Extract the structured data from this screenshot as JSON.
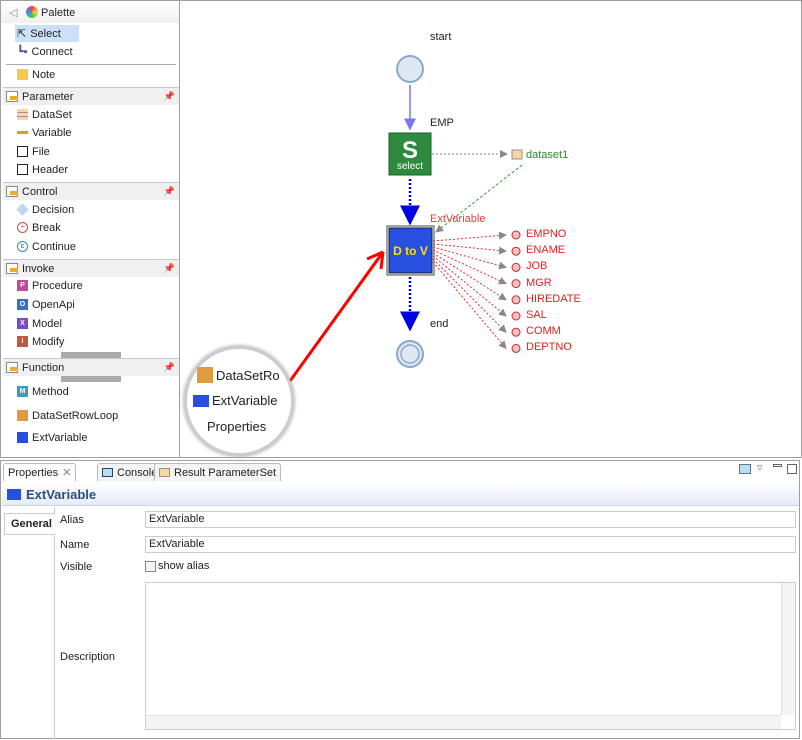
{
  "palette": {
    "title": "Palette",
    "tools": [
      {
        "label": "Select"
      },
      {
        "label": "Connect"
      },
      {
        "label": "Note"
      }
    ],
    "drawers": [
      {
        "label": "Parameter",
        "items": [
          "DataSet",
          "Variable",
          "File",
          "Header"
        ]
      },
      {
        "label": "Control",
        "items": [
          "Decision",
          "Break",
          "Continue"
        ]
      },
      {
        "label": "Invoke",
        "items": [
          "Procedure",
          "OpenApi",
          "Model",
          "Modify"
        ]
      },
      {
        "label": "Function",
        "items": [
          "Method",
          "DataSetRowLoop",
          "ExtVariable"
        ]
      }
    ]
  },
  "magnifier": {
    "items": [
      "DataSetRo",
      "ExtVariable"
    ],
    "tab": "Properties"
  },
  "diagram": {
    "start": "start",
    "select_label": "EMP",
    "select_text": "select",
    "dataset": "dataset1",
    "ext_label": "ExtVariable",
    "dtov_text": "D to V",
    "end": "end",
    "fields": [
      "EMPNO",
      "ENAME",
      "JOB",
      "MGR",
      "HIREDATE",
      "SAL",
      "COMM",
      "DEPTNO"
    ]
  },
  "bottom": {
    "tabs": [
      "Properties",
      "Console",
      "Result ParameterSet"
    ],
    "title": "ExtVariable",
    "side_tab": "General",
    "alias_label": "Alias",
    "alias_value": "ExtVariable",
    "name_label": "Name",
    "name_value": "ExtVariable",
    "visible_label": "Visible",
    "show_alias": "show alias",
    "show_alias_checked": false,
    "description_label": "Description",
    "description_value": ""
  },
  "colors": {
    "accent": "#cce0f8",
    "select_green": "#2e8b3e",
    "dtov_blue": "#2850e0",
    "field_red": "#e02020",
    "arrow_red": "#ff0000"
  }
}
